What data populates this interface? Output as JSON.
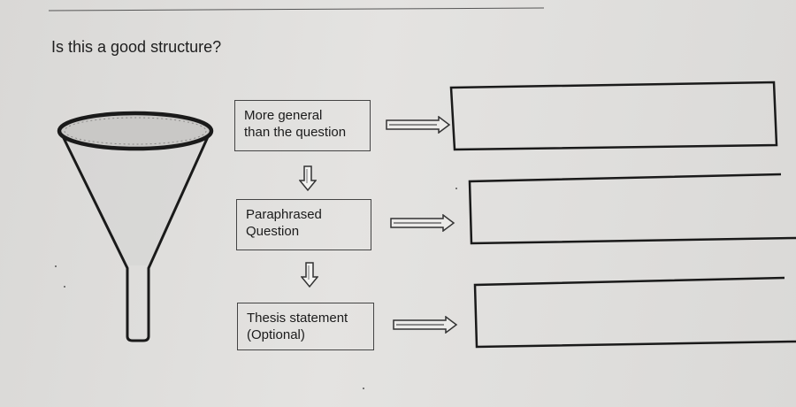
{
  "question": "Is this a good structure?",
  "steps": [
    {
      "line1": "More general",
      "line2": "than the question"
    },
    {
      "line1": "Paraphrased",
      "line2": "Question"
    },
    {
      "line1": "Thesis statement",
      "line2": "(Optional)"
    }
  ],
  "icons": {
    "funnel": "funnel-icon",
    "arrow_right": "arrow-right-icon",
    "arrow_down": "arrow-down-icon"
  },
  "colors": {
    "paper": "#e0dfdd",
    "ink": "#222222"
  }
}
